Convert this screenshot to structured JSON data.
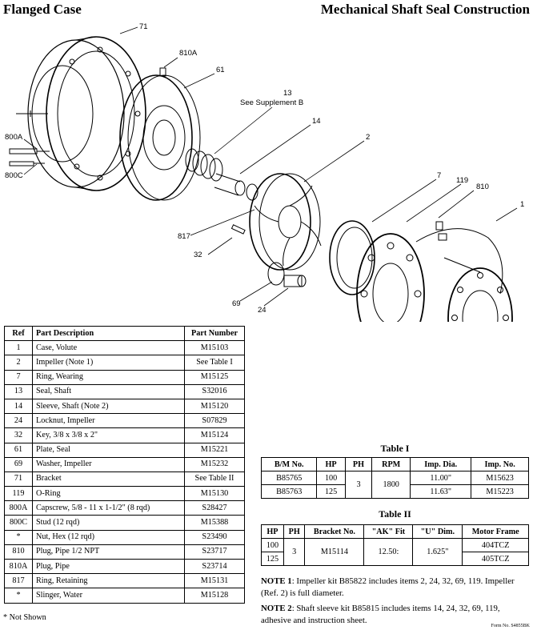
{
  "header": {
    "left_title": "Flanged Case",
    "right_title": "Mechanical Shaft Seal Construction"
  },
  "diagram": {
    "callouts": {
      "c71": "71",
      "c810A": "810A",
      "c61": "61",
      "c13": "13",
      "c13_note": "See Supplement B",
      "c14": "14",
      "c2": "2",
      "c800A": "800A",
      "c800C": "800C",
      "c7": "7",
      "c119": "119",
      "c810": "810",
      "c1": "1",
      "c817": "817",
      "c32": "32",
      "c69": "69",
      "c24": "24"
    }
  },
  "parts_table": {
    "headers": {
      "ref": "Ref",
      "desc": "Part Description",
      "part": "Part Number"
    },
    "rows": [
      {
        "ref": "1",
        "desc": "Case, Volute",
        "part": "M15103"
      },
      {
        "ref": "2",
        "desc": "Impeller (Note 1)",
        "part": "See Table I"
      },
      {
        "ref": "7",
        "desc": "Ring, Wearing",
        "part": "M15125"
      },
      {
        "ref": "13",
        "desc": "Seal, Shaft",
        "part": "S32016"
      },
      {
        "ref": "14",
        "desc": "Sleeve, Shaft (Note 2)",
        "part": "M15120"
      },
      {
        "ref": "24",
        "desc": "Locknut, Impeller",
        "part": "S07829"
      },
      {
        "ref": "32",
        "desc": "Key, 3/8 x 3/8 x 2\"",
        "part": "M15124"
      },
      {
        "ref": "61",
        "desc": "Plate, Seal",
        "part": "M15221"
      },
      {
        "ref": "69",
        "desc": "Washer, Impeller",
        "part": "M15232"
      },
      {
        "ref": "71",
        "desc": "Bracket",
        "part": "See Table II"
      },
      {
        "ref": "119",
        "desc": "O-Ring",
        "part": "M15130"
      },
      {
        "ref": "800A",
        "desc": "Capscrew, 5/8 - 11 x 1-1/2\" (8 rqd)",
        "part": "S28427"
      },
      {
        "ref": "800C",
        "desc": "Stud (12 rqd)",
        "part": "M15388"
      },
      {
        "ref": "*",
        "desc": "Nut, Hex (12 rqd)",
        "part": "S23490"
      },
      {
        "ref": "810",
        "desc": "Plug, Pipe 1/2 NPT",
        "part": "S23717"
      },
      {
        "ref": "810A",
        "desc": "Plug, Pipe",
        "part": "S23714"
      },
      {
        "ref": "817",
        "desc": "Ring, Retaining",
        "part": "M15131"
      },
      {
        "ref": "*",
        "desc": "Slinger, Water",
        "part": "M15128"
      }
    ],
    "footnote": "* Not Shown"
  },
  "table1": {
    "caption": "Table I",
    "headers": [
      "B/M No.",
      "HP",
      "PH",
      "RPM",
      "Imp. Dia.",
      "Imp. No."
    ],
    "ph": "3",
    "rpm": "1800",
    "rows": [
      {
        "bm": "B85765",
        "hp": "100",
        "dia": "11.00\"",
        "imp": "M15623"
      },
      {
        "bm": "B85763",
        "hp": "125",
        "dia": "11.63\"",
        "imp": "M15223"
      }
    ]
  },
  "table2": {
    "caption": "Table II",
    "headers": [
      "HP",
      "PH",
      "Bracket No.",
      "\"AK\" Fit",
      "\"U\" Dim.",
      "Motor Frame"
    ],
    "ph": "3",
    "bracket": "M15114",
    "ak": "12.50:",
    "u": "1.625\"",
    "rows": [
      {
        "hp": "100",
        "frame": "404TCZ"
      },
      {
        "hp": "125",
        "frame": "405TCZ"
      }
    ]
  },
  "notes": {
    "note1_label": "NOTE 1",
    "note1_text": ": Impeller kit B85822 includes items 2, 24, 32, 69, 119. Impeller (Ref. 2) is full diameter.",
    "note2_label": "NOTE 2",
    "note2_text": ": Shaft sleeve kit B85815 includes items 14, 24, 32, 69, 119, adhesive and instruction sheet."
  },
  "form_no": "Form No. S4855BK"
}
